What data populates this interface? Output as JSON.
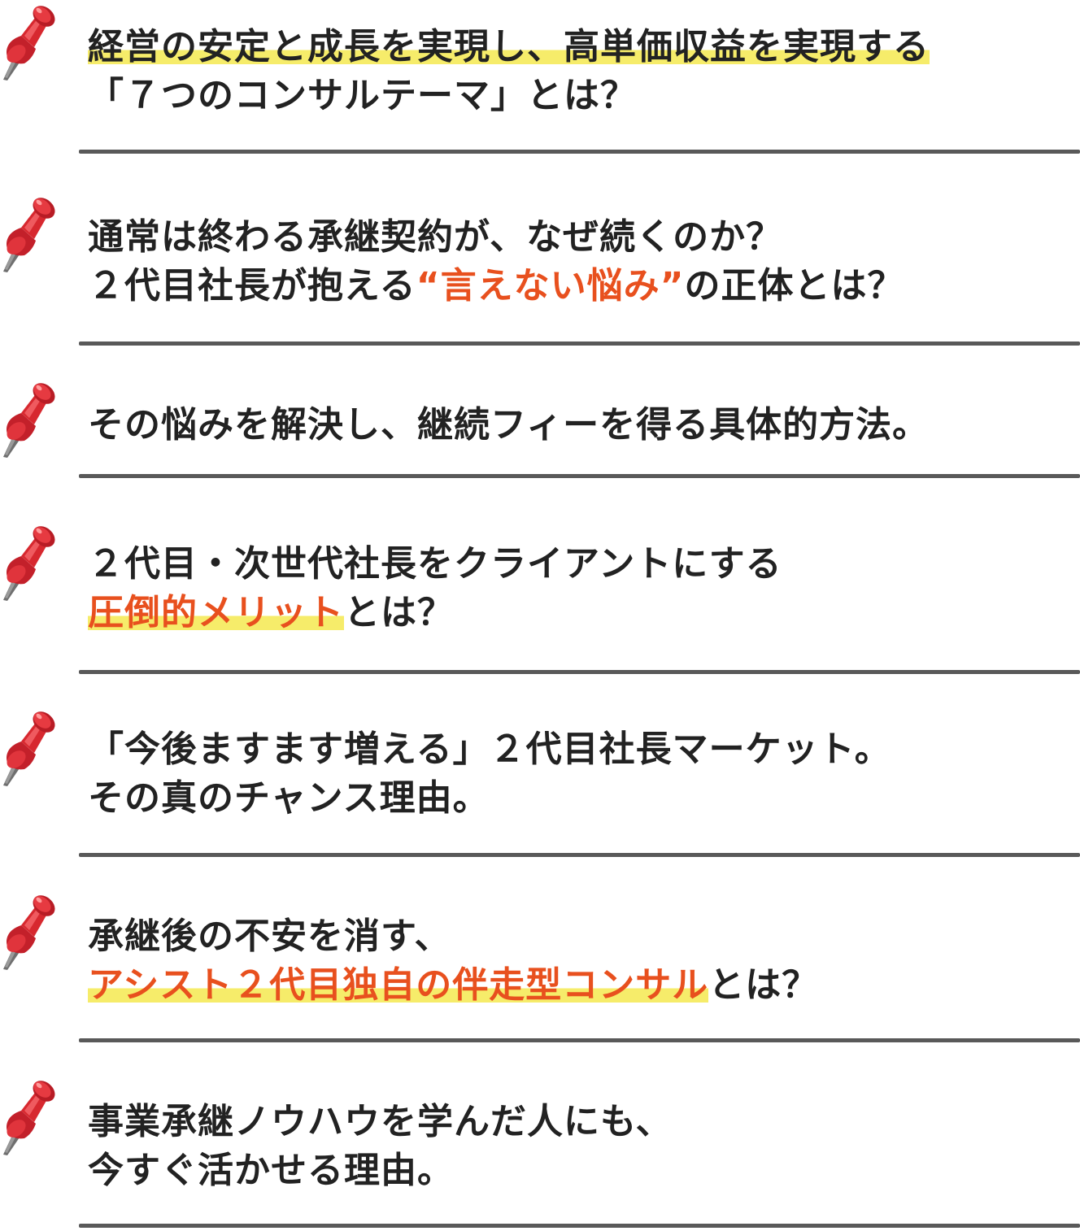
{
  "colors": {
    "text": "#222222",
    "accent": "#e8501e",
    "highlight": "#f6ec6a",
    "divider": "#595959",
    "pin": "#d7282f"
  },
  "icons": {
    "bullet": "pushpin-icon"
  },
  "items": [
    {
      "line1": "経営の安定と成長を実現し、高単価収益を実現する",
      "line2": "「７つのコンサルテーマ」とは？"
    },
    {
      "line1": "通常は終わる承継契約が、なぜ続くのか？",
      "line2_pre": "２代目社長が抱える",
      "line2_accent": "“言えない悩み”",
      "line2_post": "の正体とは？"
    },
    {
      "line1": "その悩みを解決し、継続フィーを得る具体的方法。"
    },
    {
      "line1": "２代目・次世代社長をクライアントにする",
      "line2_accent": "圧倒的メリット",
      "line2_post": "とは？"
    },
    {
      "line1": "「今後ますます増える」２代目社長マーケット。",
      "line2": "その真のチャンス理由。"
    },
    {
      "line1": "承継後の不安を消す、",
      "line2_accent": "アシスト２代目独自の伴走型コンサル",
      "line2_post": "とは？"
    },
    {
      "line1": "事業承継ノウハウを学んだ人にも、",
      "line2": "今すぐ活かせる理由。"
    }
  ]
}
